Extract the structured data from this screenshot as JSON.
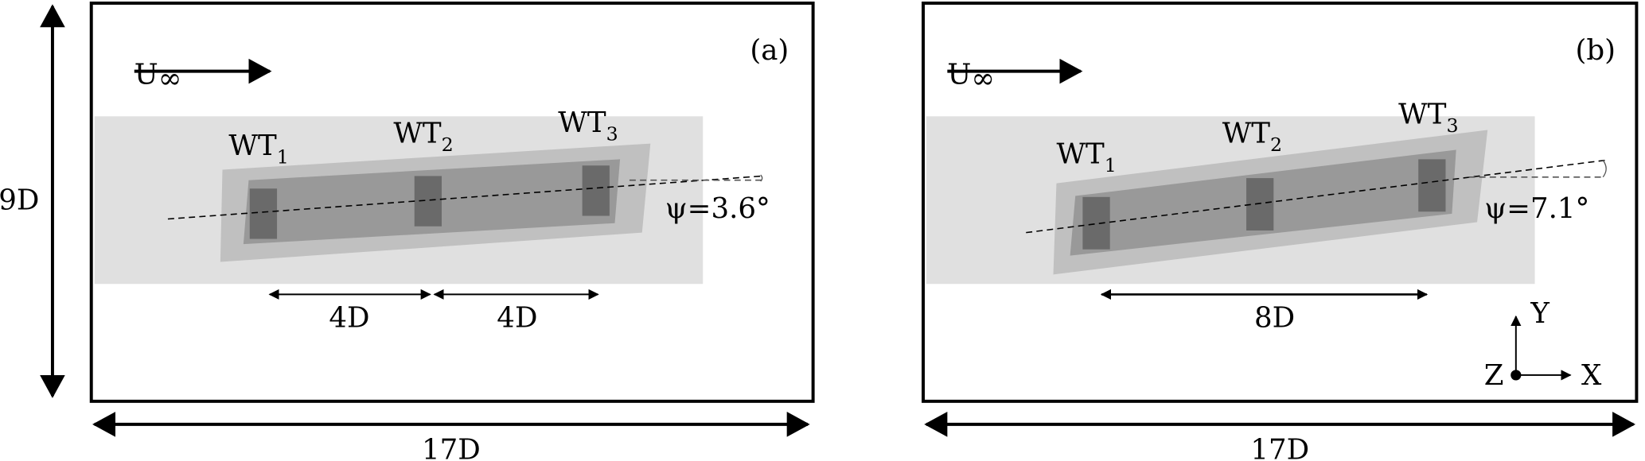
{
  "panels": [
    {
      "id": "a",
      "tag": "(a)",
      "freestream": {
        "symbol": "U",
        "subscript": "∞"
      },
      "turbines": [
        {
          "name": "WT",
          "index": "1"
        },
        {
          "name": "WT",
          "index": "2"
        },
        {
          "name": "WT",
          "index": "3"
        }
      ],
      "angle_label": "ψ=3.6°",
      "spacings": [
        "4D",
        "4D"
      ],
      "height_label": "9D",
      "width_label": "17D"
    },
    {
      "id": "b",
      "tag": "(b)",
      "freestream": {
        "symbol": "U",
        "subscript": "∞"
      },
      "turbines": [
        {
          "name": "WT",
          "index": "1"
        },
        {
          "name": "WT",
          "index": "2"
        },
        {
          "name": "WT",
          "index": "3"
        }
      ],
      "angle_label": "ψ=7.1°",
      "spacings": [
        "8D"
      ],
      "width_label": "17D",
      "axes": {
        "x": "X",
        "y": "Y",
        "z": "Z"
      }
    }
  ],
  "colors": {
    "domain_light": "#e0e0e0",
    "region_mid": "#c0c0c0",
    "region_dark": "#999999",
    "turbine": "#6a6a6a"
  }
}
